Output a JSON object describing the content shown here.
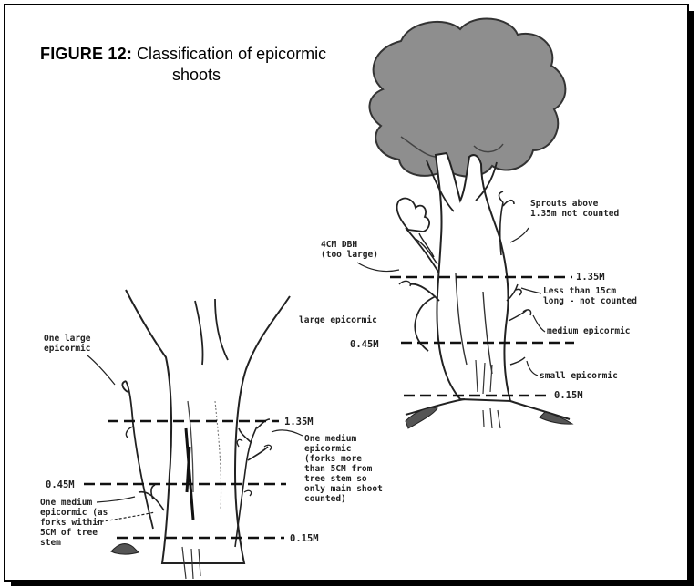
{
  "figure": {
    "title_number": "FIGURE 12:",
    "title_text": "Classification of epicormic",
    "title_text_line2": "shoots"
  },
  "right_tree": {
    "labels": {
      "sprouts_above": [
        "Sprouts above",
        "1.35m not counted"
      ],
      "dbh_4cm": [
        "4CM DBH",
        "(too large)"
      ],
      "large_epicormic": "large epicormic",
      "less_than_15cm": [
        "Less than 15cm",
        "long - not counted"
      ],
      "medium_epicormic": "medium epicormic",
      "small_epicormic": "small epicormic"
    },
    "heights": [
      "1.35M",
      "0.45M",
      "0.15M"
    ]
  },
  "left_tree": {
    "labels": {
      "one_large": [
        "One large",
        "epicormic"
      ],
      "one_medium_right": [
        "One medium",
        "epicormic",
        "(forks more",
        "than 5CM from",
        "tree stem so",
        "only main shoot",
        "counted)"
      ],
      "one_medium_left": [
        "One medium",
        "epicormic (as",
        "forks within",
        "5CM of tree",
        "stem"
      ]
    },
    "heights": [
      "1.35M",
      "0.45M",
      "0.15M"
    ]
  }
}
